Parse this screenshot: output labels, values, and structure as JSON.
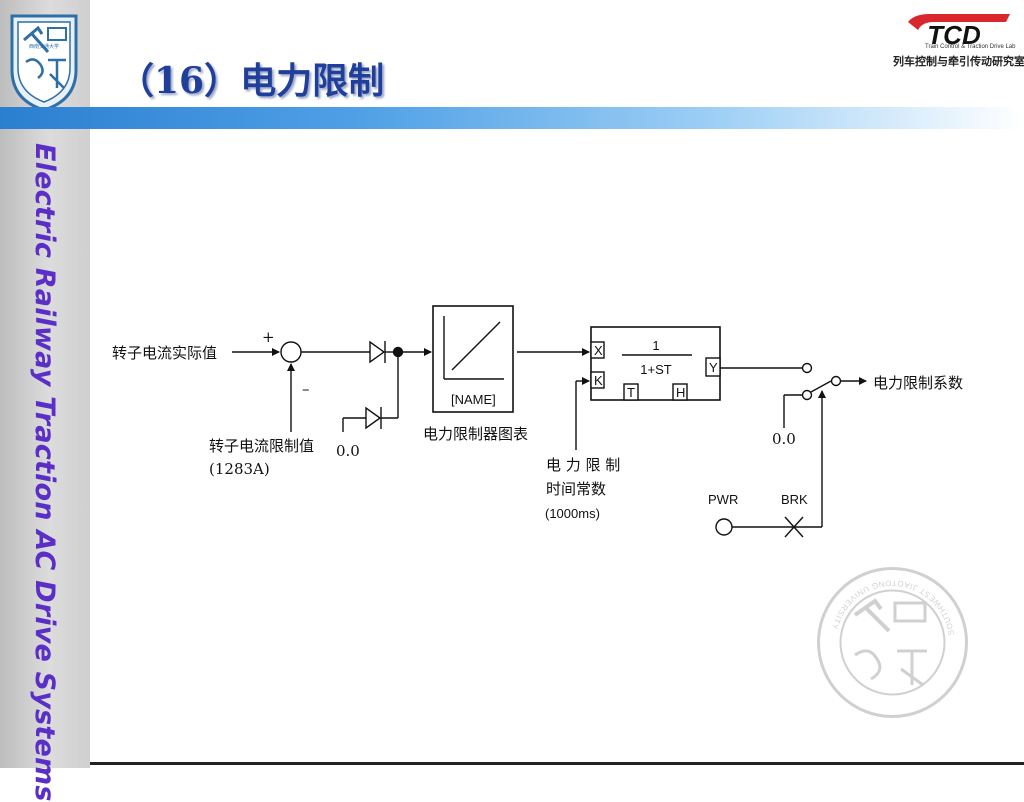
{
  "slide": {
    "title": "（16）电力限制",
    "side_text": "Electric Railway Traction AC Drive Systems"
  },
  "logos": {
    "tcm_main": "TCD",
    "tcm_sub_en": "Train Control & Traction Drive Lab",
    "tcm_sub_cn": "列车控制与牵引传动研究室",
    "school_top": "西南交通大学",
    "watermark_ring": "SOUTHWEST JIAOTONG UNIVERSITY"
  },
  "diagram": {
    "input_label": "转子电流实际值",
    "plus_sign": "+",
    "minus_sign": "–",
    "limit_label_line1": "转子电流限制值",
    "limit_label_line2": "(1283A)",
    "zero_left": "0.0",
    "table_name": "[NAME]",
    "table_caption": "电力限制器图表",
    "tf_numerator": "1",
    "tf_denominator": "1+ST",
    "port_x": "X",
    "port_k": "K",
    "port_y": "Y",
    "port_t": "T",
    "port_h": "H",
    "time_const_line1": "电 力 限 制",
    "time_const_line2": "时间常数",
    "time_const_line3": "(1000ms)",
    "zero_right": "0.0",
    "output_label": "电力限制系数",
    "pwr_label": "PWR",
    "brk_label": "BRK"
  }
}
